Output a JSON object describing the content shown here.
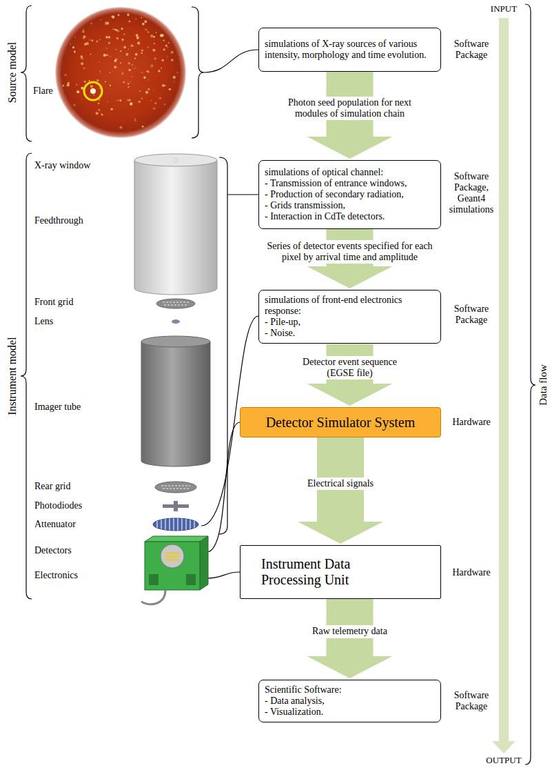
{
  "diagram": {
    "nodes": [
      {
        "text": [
          "simulations of X-ray sources of various intensity, morphology and time evolution."
        ]
      },
      {
        "text": [
          "simulations of optical channel:",
          "- Transmission of entrance windows,",
          "- Production of secondary radiation,",
          "- Grids transmission,",
          "- Interaction in CdTe detectors."
        ]
      },
      {
        "text": [
          "simulations of front-end electronics response:",
          "- Pile-up,",
          "- Noise."
        ]
      },
      {
        "text": [
          "Detector Simulator System"
        ]
      },
      {
        "text": [
          "Instrument Data Processing Unit"
        ]
      },
      {
        "text": [
          "Scientific Software:",
          "- Data analysis,",
          "- Visualization."
        ]
      }
    ],
    "edges": [
      {
        "from": 0,
        "to": 1,
        "arrow": "to",
        "label": "Photon seed population for next modules of simulation chain"
      },
      {
        "from": 1,
        "to": 2,
        "arrow": "to",
        "label": "Series of detector events specified for each pixel by arrival time and amplitude"
      },
      {
        "from": 2,
        "to": 3,
        "arrow": "to",
        "label": "Detector event sequence (EGSE file)"
      },
      {
        "from": 3,
        "to": 4,
        "arrow": "to",
        "label": "Electrical signals"
      },
      {
        "from": 4,
        "to": 5,
        "arrow": "to",
        "label": "Raw telemetry data"
      }
    ],
    "labels": [
      "INPUT",
      "Source model",
      "Flare",
      "Software Package",
      "Instrument model",
      "X-ray window",
      "Software Package, Geant4 simulations",
      "Feedthrough",
      "Software Package",
      "Front grid",
      "Lens",
      "Imager tube",
      "Hardware",
      "Rear grid",
      "Photodiodes",
      "Attenuator",
      "Detectors",
      "Electronics",
      "Hardware",
      "Data flow",
      "Software Package",
      "OUTPUT"
    ]
  }
}
